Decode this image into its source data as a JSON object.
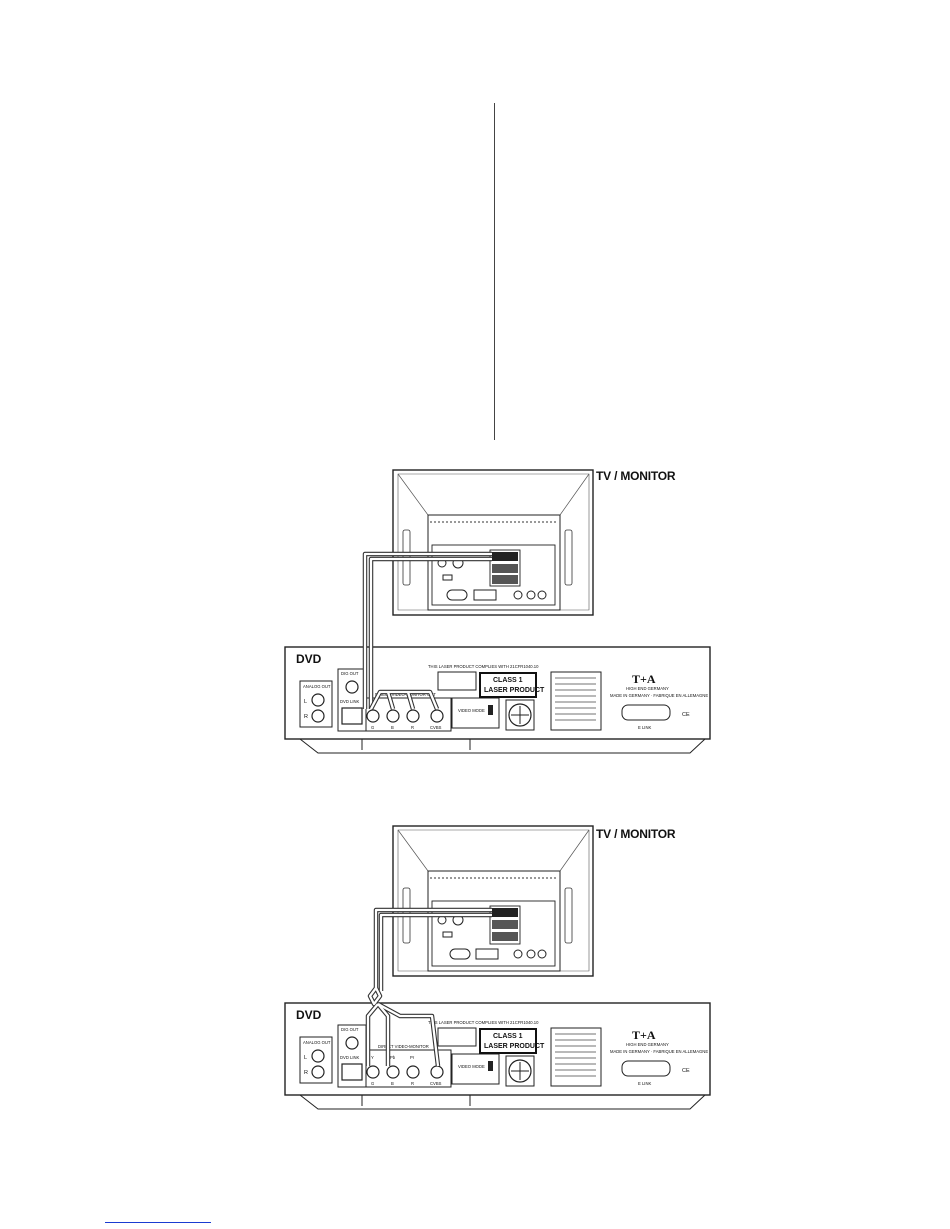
{
  "diagrams": [
    {
      "tv_label": "TV / MONITOR",
      "dvd_label": "DVD",
      "labels": {
        "analog_out": "ANALOG OUT",
        "left": "L",
        "right": "R",
        "dig_out": "DIG OUT",
        "dvd_link": "DVD LINK",
        "direct_video": "DIRECT VIDEO-MONITOR OUT",
        "jack1": "G",
        "jack2": "B",
        "jack3": "R",
        "jack4": "CVBS",
        "class1_line1": "CLASS 1",
        "class1_line2": "LASER PRODUCT",
        "compliance": "THIS LASER PRODUCT COMPLIES WITH 21CFR1040.10",
        "video_mode": "VIDEO MODE",
        "brand": "T+A",
        "made_in": "MADE IN GERMANY · FABRIQUE EN ALLEMAGNE",
        "hifi": "HIGH END GERMANY",
        "ce": "CE",
        "elink": "E LINK"
      }
    },
    {
      "tv_label": "TV / MONITOR",
      "dvd_label": "DVD",
      "labels": {
        "analog_out": "ANALOG OUT",
        "left": "L",
        "right": "R",
        "dig_out": "DIG OUT",
        "dvd_link": "DVD LINK",
        "direct_video": "DIRECT VIDEO-MONITOR",
        "top1": "Y",
        "top2": "Pb",
        "top3": "Pr",
        "top4": "C",
        "jack1": "G",
        "jack2": "B",
        "jack3": "R",
        "jack4": "CVBS",
        "class1_line1": "CLASS 1",
        "class1_line2": "LASER PRODUCT",
        "compliance": "THIS LASER PRODUCT COMPLIES WITH 21CFR1040.10",
        "video_mode": "VIDEO MODE",
        "brand": "T+A",
        "made_in": "MADE IN GERMANY · FABRIQUE EN ALLEMAGNE",
        "hifi": "HIGH END GERMANY",
        "ce": "CE",
        "elink": "E LINK"
      }
    }
  ]
}
